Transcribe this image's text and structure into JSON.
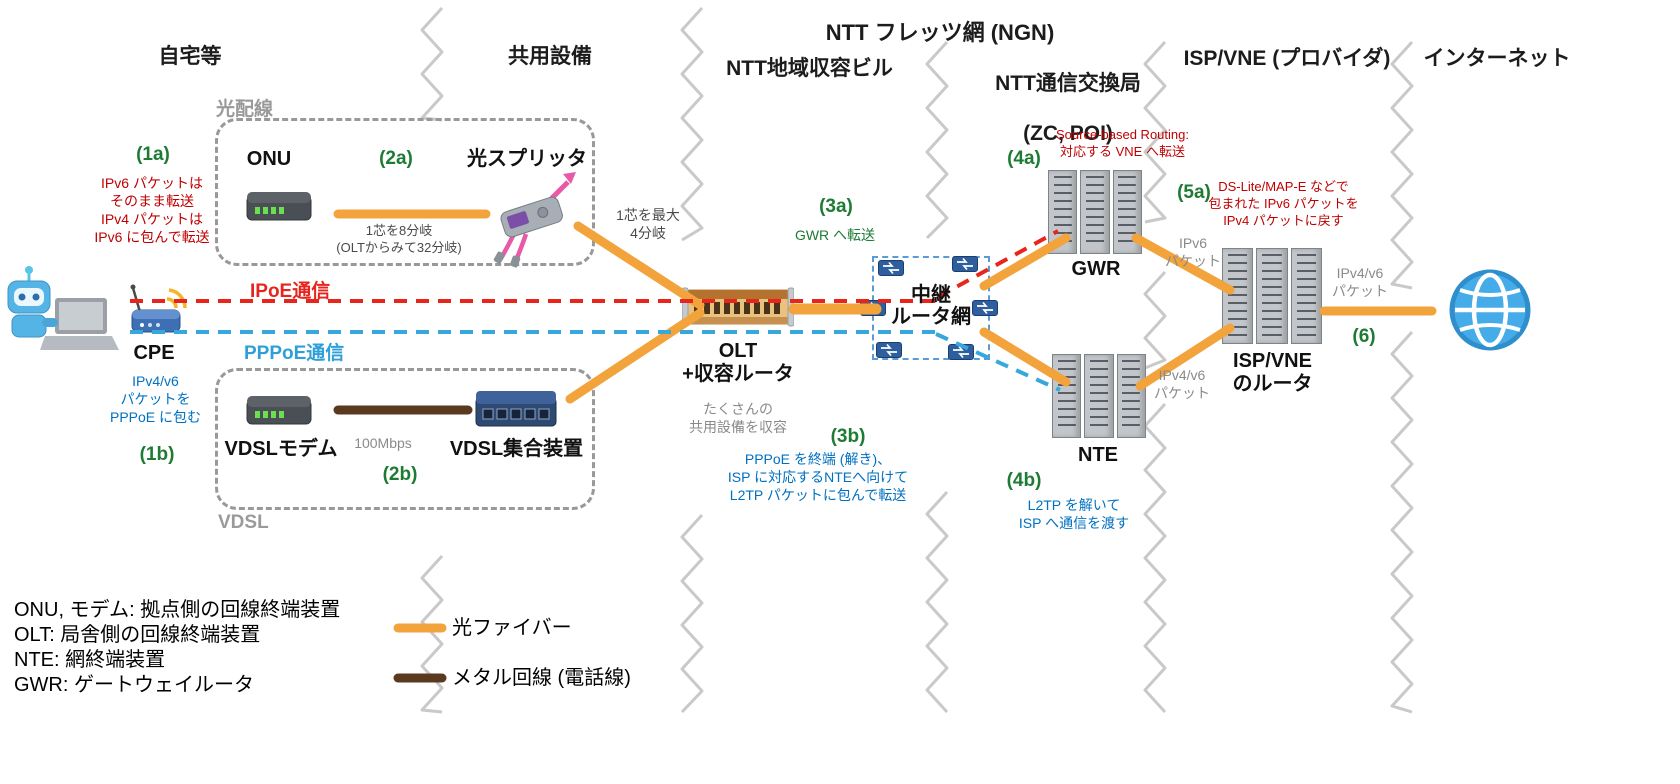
{
  "colors": {
    "fiber": "#F2A33C",
    "metal": "#5A3A1E",
    "ipoe_red": "#E8251D",
    "pppoe_blue": "#38A8DC",
    "step_green": "#1E7B33",
    "note_red": "#C00000",
    "note_blue": "#0070C0",
    "note_gray": "#8A8A8A",
    "zigzag_gray": "#C9C9C9"
  },
  "zones": {
    "home": "自宅等",
    "home_sub": "光配線",
    "shared": "共用設備",
    "ngn": "NTT フレッツ網 (NGN)",
    "regional": "NTT地域収容ビル",
    "exchange": "NTT通信交換局",
    "exchange_sub": "(ZC, POI)",
    "isp": "ISP/VNE (プロバイダ)",
    "internet": "インターネット",
    "vdsl_sub": "VDSL"
  },
  "devices": {
    "cpe": "CPE",
    "onu": "ONU",
    "splitter": "光スプリッタ",
    "vdsl_modem": "VDSLモデム",
    "vdsl_dslam": "VDSL集合装置",
    "olt1": "OLT",
    "olt2": "+収容ルータ",
    "relay1": "中継",
    "relay2": "ルータ網",
    "gwr": "GWR",
    "nte": "NTE",
    "isp1": "ISP/VNE",
    "isp2": "のルータ"
  },
  "flows": {
    "ipoe": "IPoE通信",
    "pppoe": "PPPoE通信"
  },
  "steps": {
    "s1a": "(1a)",
    "s1b": "(1b)",
    "s2a": "(2a)",
    "s2b": "(2b)",
    "s3a": "(3a)",
    "s3b": "(3b)",
    "s4a": "(4a)",
    "s4b": "(4b)",
    "s5a": "(5a)",
    "s6": "(6)"
  },
  "notes": {
    "n1a": "IPv6 パケットは\nそのまま転送\nIPv4 パケットは\nIPv6 に包んで転送",
    "n1b": "IPv4/v6\nパケットを\nPPPoE に包む",
    "split8": "1芯を8分岐\n(OLTからみて32分岐)",
    "speed": "100Mbps",
    "split4": "1芯を最大\n4分岐",
    "n3a": "GWR へ転送",
    "olt_note": "たくさんの\n共用設備を収容",
    "n3b": "PPPoE を終端 (解き)、\nISP に対応するNTEへ向けて\nL2TP パケットに包んで転送",
    "n4a": "Source-based Routing:\n対応する VNE へ転送",
    "n4b": "L2TP を解いて\nISP へ通信を渡す",
    "n5a": "DS-Lite/MAP-E などで\n包まれた IPv6 パケットを\nIPv4 パケットに戻す",
    "ipv6_pkt": "IPv6\nパケット",
    "ipv46_pkt_nte": "IPv4/v6\nパケット",
    "ipv46_pkt_right": "IPv4/v6\nパケット"
  },
  "legend": {
    "l1": "ONU, モデム: 拠点側の回線終端装置",
    "l2": "OLT: 局舎側の回線終端装置",
    "l3": "NTE: 網終端装置",
    "l4": "GWR: ゲートウェイルータ",
    "fiber": "光ファイバー",
    "metal": "メタル回線 (電話線)"
  }
}
